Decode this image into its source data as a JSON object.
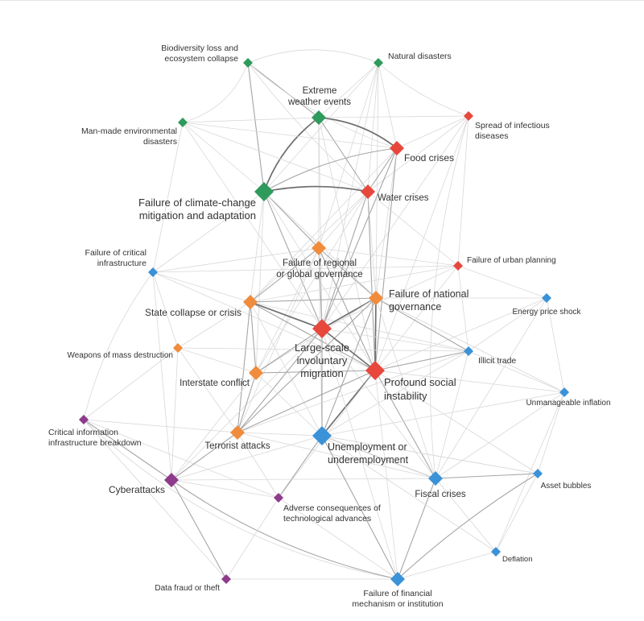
{
  "colors": {
    "environmental": "#2e9a5c",
    "societal": "#e8473c",
    "geopolitical": "#f08c3c",
    "economic": "#3a92d8",
    "technological": "#8e3b8c",
    "edge_light": "#d8d8d8",
    "edge_strong": "#7a7a7a"
  },
  "nodes": [
    {
      "id": "bio",
      "label": [
        "Biodiversity loss and",
        "ecosystem collapse"
      ],
      "category": "environmental",
      "size": "s"
    },
    {
      "id": "nat",
      "label": [
        "Natural disasters"
      ],
      "category": "environmental",
      "size": "s"
    },
    {
      "id": "ext",
      "label": [
        "Extreme",
        "weather events"
      ],
      "category": "environmental",
      "size": "m"
    },
    {
      "id": "man",
      "label": [
        "Man-made environmental",
        "disasters"
      ],
      "category": "environmental",
      "size": "s"
    },
    {
      "id": "inf",
      "label": [
        "Spread of infectious",
        "diseases"
      ],
      "category": "societal",
      "size": "s"
    },
    {
      "id": "food",
      "label": [
        "Food crises"
      ],
      "category": "societal",
      "size": "m"
    },
    {
      "id": "clim",
      "label": [
        "Failure of climate-change",
        "mitigation and adaptation"
      ],
      "category": "environmental",
      "size": "l"
    },
    {
      "id": "water",
      "label": [
        "Water crises"
      ],
      "category": "societal",
      "size": "m"
    },
    {
      "id": "crit",
      "label": [
        "Failure of critical",
        "infrastructure"
      ],
      "category": "economic",
      "size": "s"
    },
    {
      "id": "reg",
      "label": [
        "Failure of regional",
        "or global governance"
      ],
      "category": "geopolitical",
      "size": "m"
    },
    {
      "id": "urb",
      "label": [
        "Failure of urban planning"
      ],
      "category": "societal",
      "size": "s"
    },
    {
      "id": "energy",
      "label": [
        "Energy price shock"
      ],
      "category": "economic",
      "size": "s"
    },
    {
      "id": "state",
      "label": [
        "State collapse or crisis"
      ],
      "category": "geopolitical",
      "size": "m"
    },
    {
      "id": "natgov",
      "label": [
        "Failure of national",
        "governance"
      ],
      "category": "geopolitical",
      "size": "m"
    },
    {
      "id": "migr",
      "label": [
        "Large-scale",
        "involuntary",
        "migration"
      ],
      "category": "societal",
      "size": "l"
    },
    {
      "id": "wmd",
      "label": [
        "Weapons of mass destruction"
      ],
      "category": "geopolitical",
      "size": "s"
    },
    {
      "id": "illicit",
      "label": [
        "Illicit trade"
      ],
      "category": "economic",
      "size": "s"
    },
    {
      "id": "inter",
      "label": [
        "Interstate conflict"
      ],
      "category": "geopolitical",
      "size": "m"
    },
    {
      "id": "social",
      "label": [
        "Profound social",
        "instability"
      ],
      "category": "societal",
      "size": "l"
    },
    {
      "id": "infl",
      "label": [
        "Unmanageable inflation"
      ],
      "category": "economic",
      "size": "s"
    },
    {
      "id": "cib",
      "label": [
        "Critical information",
        "infrastructure breakdown"
      ],
      "category": "technological",
      "size": "s"
    },
    {
      "id": "terr",
      "label": [
        "Terrorist attacks"
      ],
      "category": "geopolitical",
      "size": "m"
    },
    {
      "id": "unemp",
      "label": [
        "Unemployment or",
        "underemployment"
      ],
      "category": "economic",
      "size": "l"
    },
    {
      "id": "cyber",
      "label": [
        "Cyberattacks"
      ],
      "category": "technological",
      "size": "m"
    },
    {
      "id": "fiscal",
      "label": [
        "Fiscal crises"
      ],
      "category": "economic",
      "size": "m"
    },
    {
      "id": "asset",
      "label": [
        "Asset bubbles"
      ],
      "category": "economic",
      "size": "s"
    },
    {
      "id": "adv",
      "label": [
        "Adverse consequences of",
        "technological advances"
      ],
      "category": "technological",
      "size": "s"
    },
    {
      "id": "defl",
      "label": [
        "Deflation"
      ],
      "category": "economic",
      "size": "s"
    },
    {
      "id": "fraud",
      "label": [
        "Data fraud or theft"
      ],
      "category": "technological",
      "size": "s"
    },
    {
      "id": "fin",
      "label": [
        "Failure of financial",
        "mechanism or institution"
      ],
      "category": "economic",
      "size": "m"
    }
  ]
}
